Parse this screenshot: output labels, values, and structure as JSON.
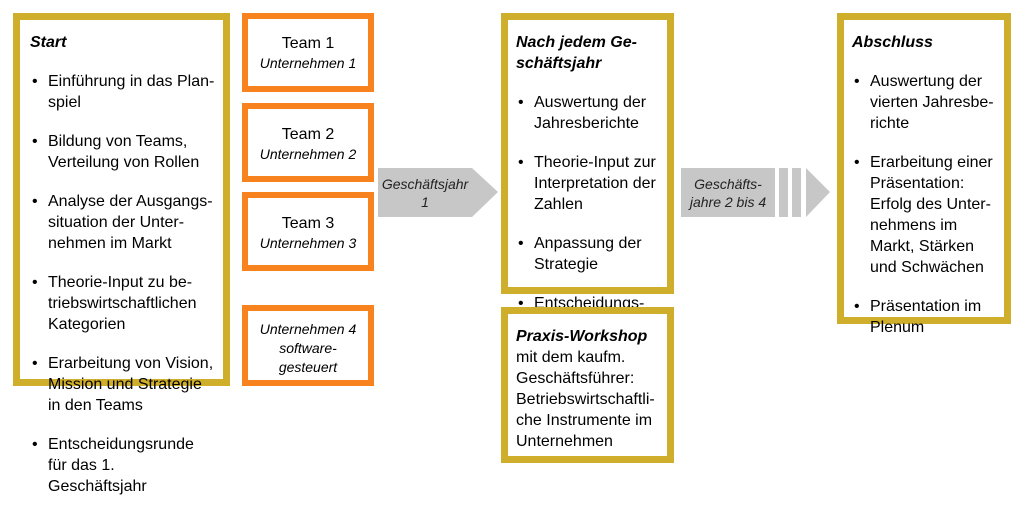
{
  "start": {
    "title": "Start",
    "items": [
      "Einführung in das Plan-\nspiel",
      "Bildung von Teams,\nVerteilung von Rollen",
      "Analyse der Ausgangs-\nsituation der Unter-\nnehmen im Markt",
      "Theorie-Input zu be-\ntriebswirtschaftlichen\nKategorien",
      "Erarbeitung von Vision,\nMission und Strategie\nin den Teams",
      "Entscheidungsrunde\nfür das 1. Geschäftsjahr"
    ]
  },
  "teams": [
    {
      "name": "Team 1",
      "company": "Unternehmen 1"
    },
    {
      "name": "Team 2",
      "company": "Unternehmen 2"
    },
    {
      "name": "Team 3",
      "company": "Unternehmen 3"
    }
  ],
  "team4": {
    "line1": "Unternehmen 4",
    "line2": "software-",
    "line3": "gesteuert"
  },
  "arrow1": {
    "line1": "Geschäftsjahr",
    "line2": "1"
  },
  "arrow2": {
    "line1": "Geschäfts-",
    "line2": "jahre 2 bis 4"
  },
  "each_year": {
    "title": "Nach jedem Ge-\nschäftsjahr",
    "items": [
      "Auswertung der\nJahresberichte",
      "Theorie-Input zur\nInterpretation der\nZahlen",
      "Anpassung der\nStrategie",
      "Entscheidungs-\nrunde für das\nnächste Jahr"
    ]
  },
  "workshop": {
    "title": "Praxis-Workshop",
    "text": "mit dem kaufm.\nGeschäftsführer:\nBetriebswirtschaftli-\nche Instrumente im\nUnternehmen"
  },
  "closing": {
    "title": "Abschluss",
    "items": [
      "Auswertung der\nvierten Jahresbe-\nrichte",
      "Erarbeitung einer\nPräsentation:\nErfolg des Unter-\nnehmens im\nMarkt, Stärken\nund Schwächen",
      "Präsentation im\nPlenum"
    ]
  },
  "colors": {
    "gold": "#cfae2b",
    "orange": "#f7821e",
    "arrow": "#c7c7c7"
  }
}
